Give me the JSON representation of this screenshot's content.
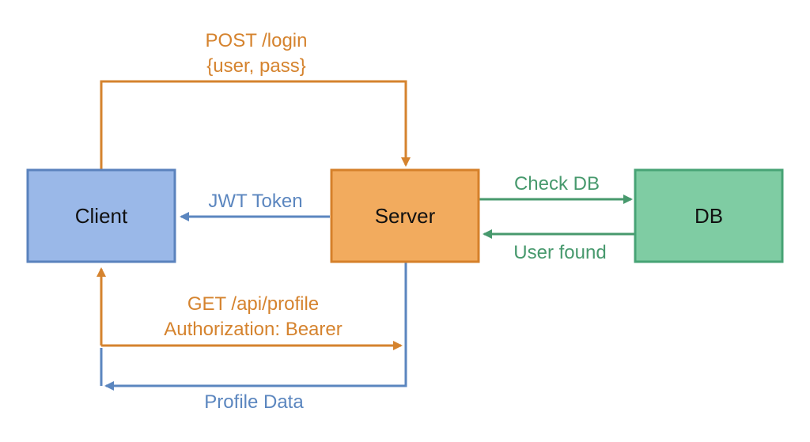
{
  "colors": {
    "client_fill": "#9ab8e8",
    "client_stroke": "#5a82bd",
    "server_fill": "#f2ab5e",
    "server_stroke": "#d5802a",
    "db_fill": "#7fcca3",
    "db_stroke": "#47a375",
    "orange_edge": "#d5832e",
    "blue_edge": "#5b86bf",
    "green_edge": "#47996d"
  },
  "nodes": {
    "client": {
      "label": "Client"
    },
    "server": {
      "label": "Server"
    },
    "db": {
      "label": "DB"
    }
  },
  "edges": {
    "login": {
      "line1": "POST /login",
      "line2": "{user, pass}"
    },
    "jwt": {
      "label": "JWT Token"
    },
    "check_db": {
      "label": "Check DB"
    },
    "user_found": {
      "label": "User found"
    },
    "profile_request": {
      "line1": "GET /api/profile",
      "line2": "Authorization: Bearer"
    },
    "profile_data": {
      "label": "Profile Data"
    }
  }
}
